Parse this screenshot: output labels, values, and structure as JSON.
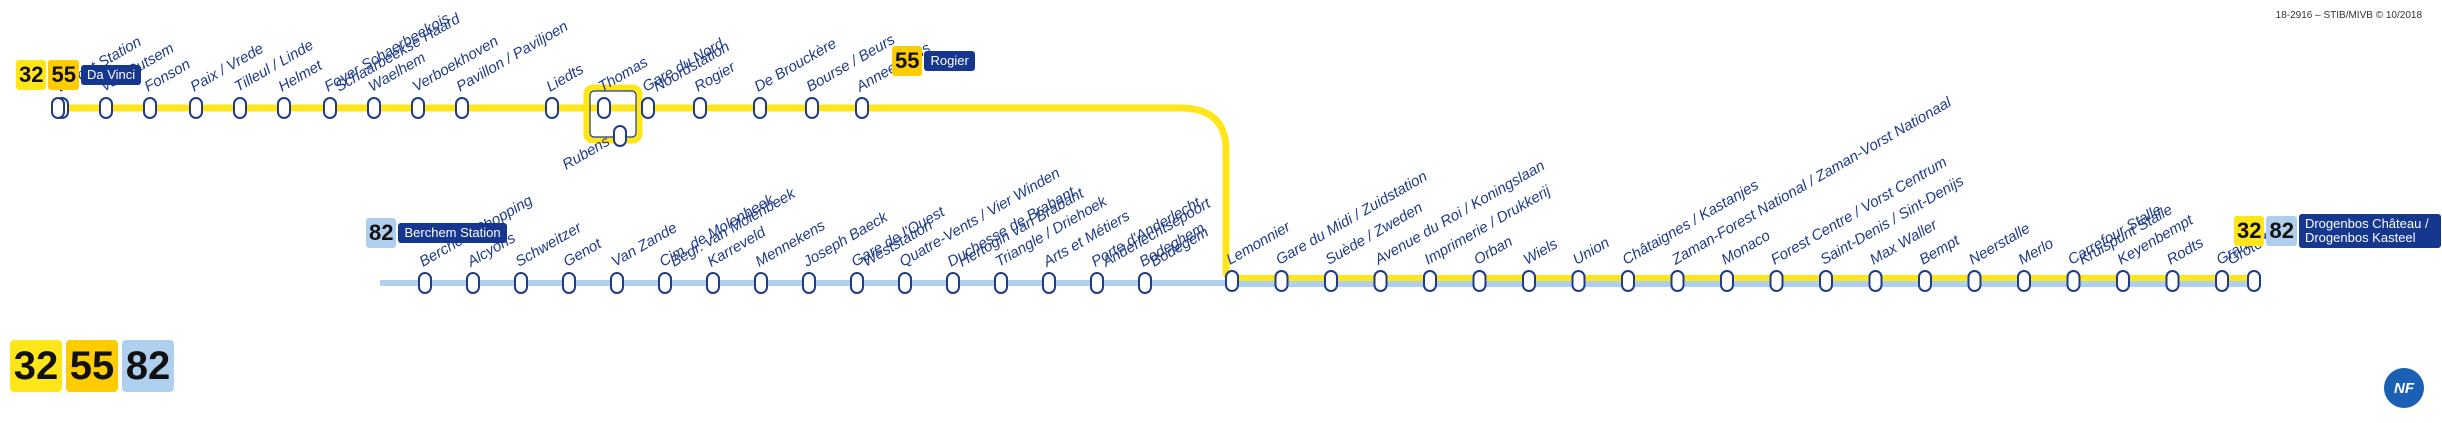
{
  "credit": "18-2916 – STIB/MIVB © 10/2018",
  "colors": {
    "line32": "#ffe61a",
    "line55": "#ffcc00",
    "line82": "#aed0ee",
    "navy": "#16378f",
    "metro": "#d5002b"
  },
  "legend": [
    {
      "num": "32",
      "color": "#ffe61a"
    },
    {
      "num": "55",
      "color": "#ffcc00"
    },
    {
      "num": "82",
      "color": "#aed0ee"
    }
  ],
  "terminals": {
    "davinci": {
      "nums": [
        "32",
        "55"
      ],
      "name": "Da Vinci"
    },
    "rogier": {
      "nums": [
        "55"
      ],
      "name": "Rogier"
    },
    "berchem": {
      "nums": [
        "82"
      ],
      "name": "Berchem Station"
    },
    "drogenbos": {
      "nums": [
        "32",
        "82"
      ],
      "name": "Drogenbos Château / Drogenbos Kasteel"
    }
  },
  "top_stops": [
    {
      "name": "Bordet Station",
      "sub": ""
    },
    {
      "name": "Van Cutsem",
      "sub": ""
    },
    {
      "name": "Fonson",
      "sub": ""
    },
    {
      "name": "Paix / Vrede",
      "sub": ""
    },
    {
      "name": "Tilleul / Linde",
      "sub": ""
    },
    {
      "name": "Helmet",
      "sub": ""
    },
    {
      "name": "Foyer Schaerbeekois",
      "sub": "Schaarbeekse Haard"
    },
    {
      "name": "Waelhem",
      "sub": ""
    },
    {
      "name": "Verboekhoven",
      "sub": ""
    },
    {
      "name": "Pavillon / Paviljoen",
      "sub": ""
    },
    {
      "name": "Rubens",
      "sub": ""
    },
    {
      "name": "Liedts",
      "sub": ""
    },
    {
      "name": "Thomas",
      "sub": ""
    },
    {
      "name": "Gare du Nord",
      "sub": "Noordstation"
    },
    {
      "name": "Rogier",
      "sub": ""
    },
    {
      "name": "De Brouckère",
      "sub": ""
    },
    {
      "name": "Bourse / Beurs",
      "sub": ""
    },
    {
      "name": "Anneessens",
      "sub": ""
    }
  ],
  "branch_stops": [
    {
      "name": "Berchem Shopping",
      "sub": ""
    },
    {
      "name": "Alcyons",
      "sub": ""
    },
    {
      "name": "Schweitzer",
      "sub": ""
    },
    {
      "name": "Genot",
      "sub": ""
    },
    {
      "name": "Van Zande",
      "sub": ""
    },
    {
      "name": "Cim. de Molenbeek",
      "sub": "Begr. van Molenbeek"
    },
    {
      "name": "Karreveld",
      "sub": ""
    },
    {
      "name": "Mennekens",
      "sub": ""
    },
    {
      "name": "Joseph Baeck",
      "sub": ""
    },
    {
      "name": "Gare de l'Ouest",
      "sub": "Weststation"
    },
    {
      "name": "Quatre-Vents / Vier Winden",
      "sub": ""
    },
    {
      "name": "Duchesse de Brabant",
      "sub": "Hertogin van Brabant"
    },
    {
      "name": "Triangle / Driehoek",
      "sub": ""
    },
    {
      "name": "Arts et Métiers",
      "sub": ""
    },
    {
      "name": "Porte d'Anderlecht",
      "sub": "Anderlechtsepoort"
    },
    {
      "name": "Bodeghem",
      "sub": "Bodegem"
    }
  ],
  "bottom_stops": [
    {
      "name": "Lemonnier",
      "sub": ""
    },
    {
      "name": "Gare du Midi / Zuidstation",
      "sub": ""
    },
    {
      "name": "Suède / Zweden",
      "sub": ""
    },
    {
      "name": "Avenue du Roi / Koningslaan",
      "sub": ""
    },
    {
      "name": "Imprimerie / Drukkerij",
      "sub": ""
    },
    {
      "name": "Orban",
      "sub": ""
    },
    {
      "name": "Wiels",
      "sub": ""
    },
    {
      "name": "Union",
      "sub": ""
    },
    {
      "name": "Châtaignes / Kastanjes",
      "sub": ""
    },
    {
      "name": "Zaman-Forest National / Zaman-Vorst Nationaal",
      "sub": ""
    },
    {
      "name": "Monaco",
      "sub": ""
    },
    {
      "name": "Forest Centre / Vorst Centrum",
      "sub": ""
    },
    {
      "name": "Saint-Denis / Sint-Denijs",
      "sub": ""
    },
    {
      "name": "Max Waller",
      "sub": ""
    },
    {
      "name": "Bempt",
      "sub": ""
    },
    {
      "name": "Neerstalle",
      "sub": ""
    },
    {
      "name": "Merlo",
      "sub": ""
    },
    {
      "name": "Carrefour Stalle",
      "sub": "Kruispunt Stalle"
    },
    {
      "name": "Keyenbempt",
      "sub": ""
    },
    {
      "name": "Rodts",
      "sub": ""
    },
    {
      "name": "Grand'Route",
      "sub": "Grote Baan"
    }
  ]
}
